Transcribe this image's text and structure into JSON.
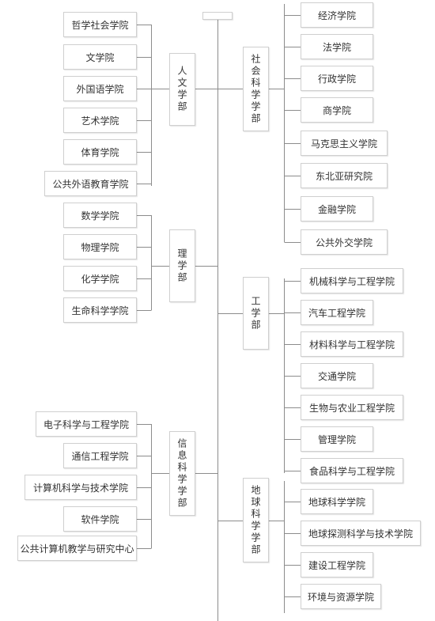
{
  "root": {
    "label": ""
  },
  "left_groups": [
    {
      "name": "人文学部",
      "units": [
        "哲学社会学院",
        "文学院",
        "外国语学院",
        "艺术学院",
        "体育学院",
        "公共外语教育学院"
      ]
    },
    {
      "name": "理学部",
      "units": [
        "数学学院",
        "物理学院",
        "化学学院",
        "生命科学学院"
      ]
    },
    {
      "name": "信息科学学部",
      "units": [
        "电子科学与工程学院",
        "通信工程学院",
        "计算机科学与技术学院",
        "软件学院",
        "公共计算机教学与研究中心"
      ]
    }
  ],
  "right_groups": [
    {
      "name": "社会科学学部",
      "units": [
        "经济学院",
        "法学院",
        "行政学院",
        "商学院",
        "马克思主义学院",
        "东北亚研究院",
        "金融学院",
        "公共外交学院"
      ]
    },
    {
      "name": "工学部",
      "units": [
        "机械科学与工程学院",
        "汽车工程学院",
        "材料科学与工程学院",
        "交通学院",
        "生物与农业工程学院",
        "管理学院",
        "食品科学与工程学院"
      ]
    },
    {
      "name": "地球科学学部",
      "units": [
        "地球科学学院",
        "地球探测科学与技术学院",
        "建设工程学院",
        "环境与资源学院"
      ]
    }
  ],
  "colors": {
    "line": "#8c8c8c",
    "border": "#cfcfcf",
    "text": "#333333"
  }
}
